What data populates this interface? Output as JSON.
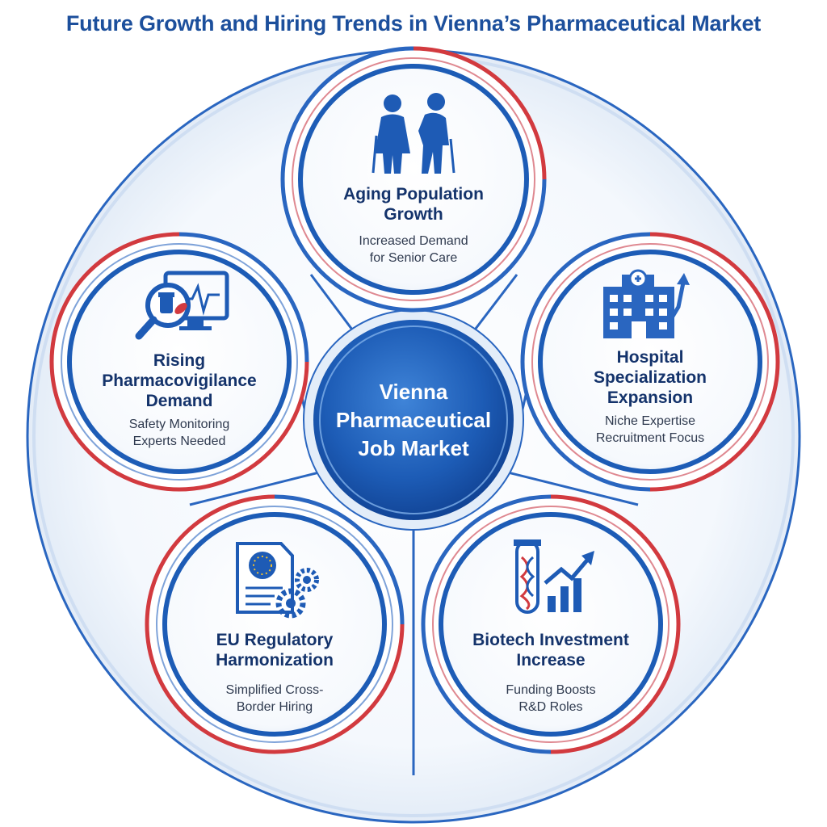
{
  "title": "Future Growth and Hiring Trends in Vienna’s Pharmaceutical Market",
  "colors": {
    "primary": "#1e5bb5",
    "dark_blue": "#14336b",
    "accent_red": "#d23a3f",
    "light_blue": "#dce8f6"
  },
  "center": {
    "lines": [
      "Vienna",
      "Pharmaceutical",
      "Job Market"
    ]
  },
  "nodes": [
    {
      "id": "aging",
      "icon": "elderly-couple-icon",
      "title": [
        "Aging Population",
        "Growth"
      ],
      "subtitle": [
        "Increased Demand",
        "for Senior Care"
      ]
    },
    {
      "id": "hospital",
      "icon": "hospital-growth-icon",
      "title": [
        "Hospital",
        "Specialization",
        "Expansion"
      ],
      "subtitle": [
        "Niche Expertise",
        "Recruitment Focus"
      ]
    },
    {
      "id": "biotech",
      "icon": "test-tube-dna-chart-icon",
      "title": [
        "Biotech Investment",
        "Increase"
      ],
      "subtitle": [
        "Funding Boosts",
        "R&D Roles"
      ]
    },
    {
      "id": "eu",
      "icon": "eu-document-gears-icon",
      "title": [
        "EU Regulatory",
        "Harmonization"
      ],
      "subtitle": [
        "Simplified Cross-",
        "Border Hiring"
      ]
    },
    {
      "id": "pharmacovigilance",
      "icon": "magnifier-monitor-icon",
      "title": [
        "Rising",
        "Pharmacovigilance",
        "Demand"
      ],
      "subtitle": [
        "Safety Monitoring",
        "Experts Needed"
      ]
    }
  ]
}
